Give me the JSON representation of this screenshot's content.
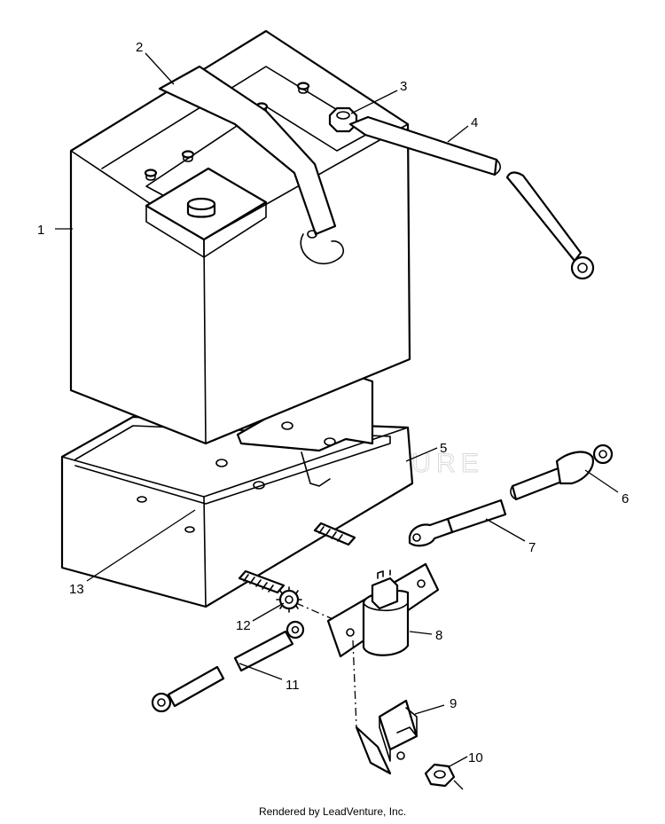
{
  "diagram": {
    "callouts": [
      {
        "label": "1"
      },
      {
        "label": "2"
      },
      {
        "label": "3"
      },
      {
        "label": "4"
      },
      {
        "label": "5"
      },
      {
        "label": "6"
      },
      {
        "label": "7"
      },
      {
        "label": "8"
      },
      {
        "label": "9"
      },
      {
        "label": "10"
      },
      {
        "label": "11"
      },
      {
        "label": "12"
      },
      {
        "label": "13"
      }
    ],
    "watermark_text": "LEADVENTURE"
  },
  "footer": {
    "text": "Rendered by LeadVenture, Inc."
  }
}
